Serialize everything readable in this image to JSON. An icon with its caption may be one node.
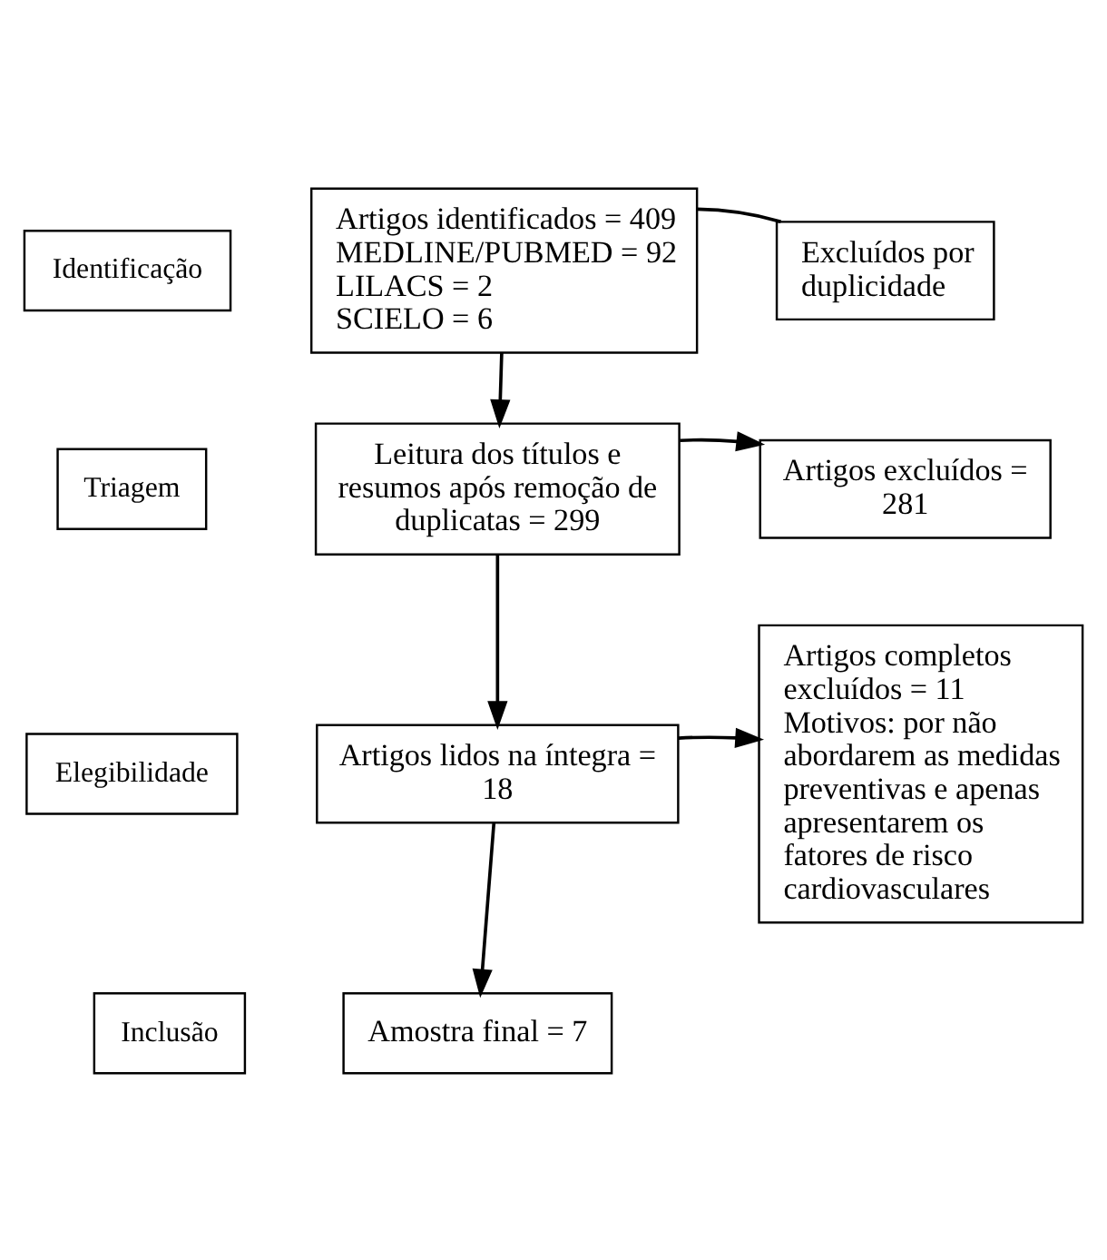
{
  "diagram": {
    "nodes": [
      {
        "text": [
          "Identificação"
        ]
      },
      {
        "text": [
          "Artigos identificados = 409",
          "MEDLINE/PUBMED = 92",
          "LILACS = 2",
          "SCIELO = 6"
        ]
      },
      {
        "text": [
          "Excluídos por duplicidade"
        ]
      },
      {
        "text": [
          "Triagem"
        ]
      },
      {
        "text": [
          "Leitura dos títulos e resumos após remoção de duplicatas = 299"
        ]
      },
      {
        "text": [
          "Elegibilidade"
        ]
      },
      {
        "text": [
          "Artigos excluídos = 281"
        ]
      },
      {
        "text": [
          "Artigos lidos na íntegra = 18"
        ]
      },
      {
        "text": [
          "Artigos completos excluídos = 11",
          "Motivos: por não abordarem as medidas preventivas e apenas apresentarem os fatores de risco cardiovasculares"
        ]
      },
      {
        "text": [
          "Inclusão"
        ]
      },
      {
        "text": [
          "Amostra final = 7"
        ]
      }
    ],
    "edges": [
      {
        "from": 1,
        "to": 2,
        "arrow": "none"
      },
      {
        "from": 1,
        "to": 4,
        "arrow": "to"
      },
      {
        "from": 4,
        "to": 6,
        "arrow": "to"
      },
      {
        "from": 4,
        "to": 7,
        "arrow": "to"
      },
      {
        "from": 7,
        "to": 8,
        "arrow": "to"
      },
      {
        "from": 7,
        "to": 10,
        "arrow": "to"
      }
    ]
  }
}
